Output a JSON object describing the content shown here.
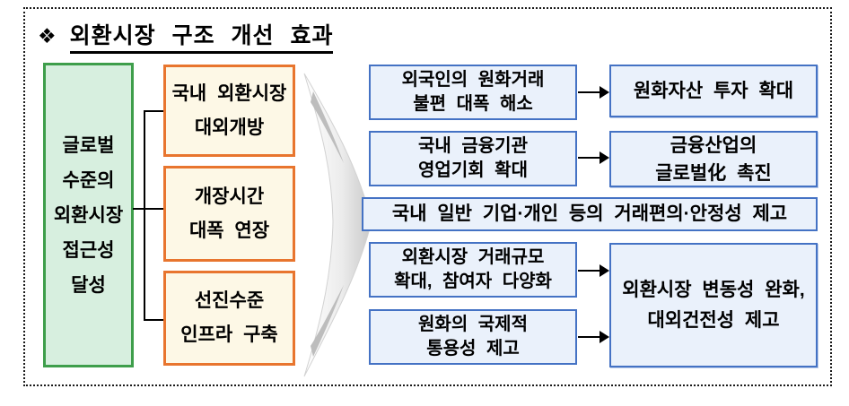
{
  "title": {
    "bullet": "❖",
    "text": "외환시장 구조 개선 효과"
  },
  "goal_box": {
    "lines": [
      "글로벌",
      "수준의",
      "외환시장",
      "접근성",
      "달성"
    ]
  },
  "measure_boxes": [
    {
      "lines": [
        "국내 외환시장",
        "대외개방"
      ]
    },
    {
      "lines": [
        "개장시간",
        "대폭 연장"
      ]
    },
    {
      "lines": [
        "선진수준",
        "인프라 구축"
      ]
    }
  ],
  "effect_boxes_left": [
    {
      "lines": [
        "외국인의 원화거래",
        "불편 대폭 해소"
      ]
    },
    {
      "lines": [
        "국내 금융기관",
        "영업기회 확대"
      ]
    },
    {
      "lines": [
        "외환시장 거래규모",
        "확대, 참여자 다양화"
      ]
    },
    {
      "lines": [
        "원화의 국제적",
        "통용성 제고"
      ]
    }
  ],
  "effect_box_wide": {
    "text": "국내 일반 기업·개인 등의 거래편의·안정성 제고"
  },
  "effect_boxes_right": [
    {
      "lines": [
        "원화자산 투자 확대"
      ]
    },
    {
      "lines": [
        "금융산업의",
        "글로벌化 촉진"
      ]
    },
    {
      "lines": [
        "외환시장 변동성 완화,",
        "대외건전성 제고"
      ]
    }
  ],
  "colors": {
    "goal_border": "#3e9e4b",
    "goal_fill": "#d7efdf",
    "measure_border": "#e8752e",
    "measure_fill": "#fdf8e6",
    "effect_border": "#4472c4",
    "effect_fill": "#eaf1fb",
    "connector": "#000000"
  }
}
